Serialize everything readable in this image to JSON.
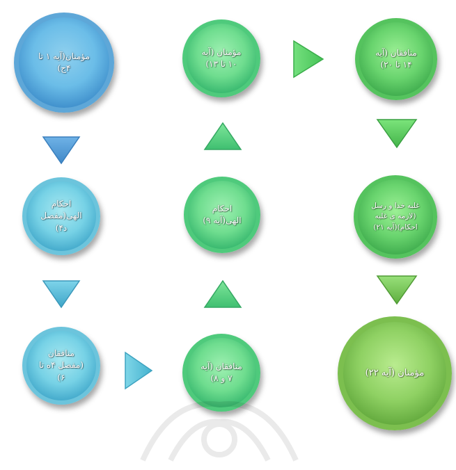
{
  "nodes": {
    "n1": "مؤمنان(آیه ۱ تا\n۴ج)",
    "n2": "مؤمنان (آیه\n۱۰ تا ۱۳)",
    "n3": "منافقان (آیه\n۱۴ تا ۲۰)",
    "n4": "احکام\nالهی(مفصل\nد۴)",
    "n5": "احکام\nالهی(آیه ۹)",
    "n6": "غلبه خدا و رسل\n(لازمه ی غلبه\nاحکام)(آیه ۲۱)",
    "n7": "منافقان\n(مفصل ۴ه تا\n۶)",
    "n8": "منافقان (آیه\n۷ و ۸)",
    "n9": "مؤمنان (آیه ۲۲)"
  },
  "colors": {
    "dark_blue": "#4a9bd6",
    "cyan": "#5cc8e0",
    "green": "#4ccf7e",
    "bright_green": "#5cd06a",
    "olive_green": "#86c85a"
  },
  "arrows": [
    "down",
    "down",
    "right",
    "up",
    "up",
    "right",
    "down",
    "down"
  ]
}
